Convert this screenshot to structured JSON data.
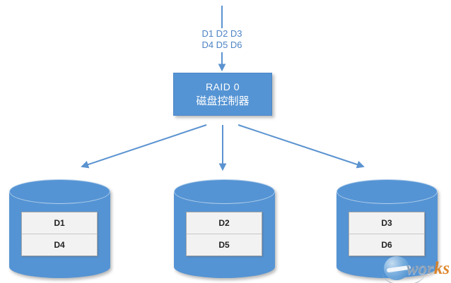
{
  "diagram": {
    "title_semantic": "RAID 0 striping diagram",
    "input_stream": {
      "line1": "D1 D2 D3",
      "line2": "D4 D5 D6"
    },
    "controller": {
      "line1": "RAID 0",
      "line2": "磁盘控制器"
    },
    "disks": [
      {
        "blocks": [
          "D1",
          "D4"
        ]
      },
      {
        "blocks": [
          "D2",
          "D5"
        ]
      },
      {
        "blocks": [
          "D3",
          "D6"
        ]
      }
    ],
    "colors": {
      "shape_blue": "#5594d4",
      "arrow_blue": "#5b93d0",
      "stream_text_blue": "#4d83c4",
      "block_background": "#f2f2f2",
      "block_border": "#aaaaaa",
      "watermark_orange": "#dd7f1e",
      "watermark_silver": "#94a3b3",
      "watermark_blue": "#3f87cb"
    }
  },
  "watermark": {
    "mid": "wor",
    "tail": "ks"
  }
}
